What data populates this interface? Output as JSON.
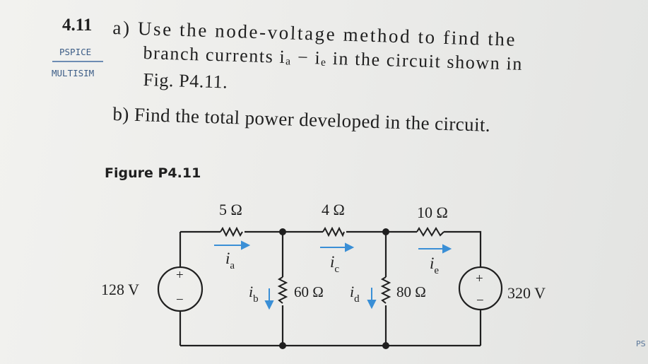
{
  "problem": {
    "number": "4.11",
    "tags": [
      "PSPICE",
      "MULTISIM"
    ],
    "part_a_lines": [
      "a) Use the node-voltage method to find the",
      "branch currents iₐ − iₑ in the circuit shown in",
      "Fig. P4.11."
    ],
    "part_b": "b) Find the total power developed in the circuit."
  },
  "figure": {
    "label": "Figure P4.11",
    "sources": [
      {
        "name": "left-source",
        "value": "128 V",
        "plus": "+",
        "minus": "−"
      },
      {
        "name": "right-source",
        "value": "320 V",
        "plus": "+",
        "minus": "−"
      }
    ],
    "resistors": {
      "r5": "5 Ω",
      "r4": "4 Ω",
      "r10": "10 Ω",
      "r60": "60 Ω",
      "r80": "80 Ω"
    },
    "currents": {
      "ia": {
        "symbol": "i",
        "sub": "a"
      },
      "ib": {
        "symbol": "i",
        "sub": "b"
      },
      "ic": {
        "symbol": "i",
        "sub": "c"
      },
      "id": {
        "symbol": "i",
        "sub": "d"
      },
      "ie": {
        "symbol": "i",
        "sub": "e"
      }
    },
    "arrow_color": "#3a8fd6"
  },
  "page_corner": "PS"
}
